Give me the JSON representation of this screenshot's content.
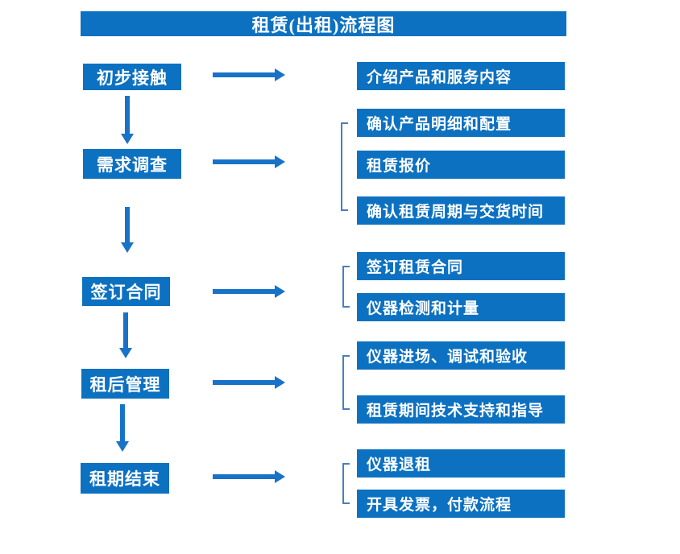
{
  "title": "租赁(出租)流程图",
  "colors": {
    "box_blue": "#0d71c1",
    "arrow_blue": "#1873c8",
    "bracket_blue": "#4a7ebb",
    "text_white": "#ffffff",
    "background": "#ffffff"
  },
  "steps": [
    {
      "label": "初步接触",
      "details": [
        "介绍产品和服务内容"
      ]
    },
    {
      "label": "需求调查",
      "details": [
        "确认产品明细和配置",
        "租赁报价",
        "确认租赁周期与交货时间"
      ]
    },
    {
      "label": "签订合同",
      "details": [
        "签订租赁合同",
        "仪器检测和计量"
      ]
    },
    {
      "label": "租后管理",
      "details": [
        "仪器进场、调试和验收",
        "租赁期间技术支持和指导"
      ]
    },
    {
      "label": "租期结束",
      "details": [
        "仪器退租",
        "开具发票，付款流程"
      ]
    }
  ]
}
